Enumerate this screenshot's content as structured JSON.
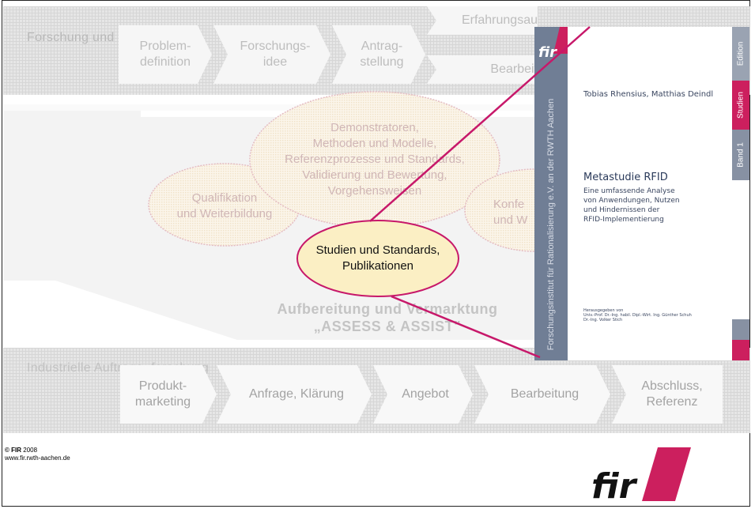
{
  "top_band": {
    "label": "Forschung\nund\nEntwicklung",
    "steps": [
      {
        "label": "Problem-\ndefinition"
      },
      {
        "label": "Forschungs-\nidee"
      },
      {
        "label": "Antrag-\nstellung"
      },
      {
        "label": "Erfahrungsau"
      },
      {
        "label": "Bearbeit"
      }
    ]
  },
  "middle": {
    "ellipse_left": "Qualifikation\nund Weiterbildung",
    "ellipse_top": "Demonstratoren,\nMethoden und Modelle,\nReferenzprozesse und Standards,\nValidierung und Bewertung,\nVorgehensweisen",
    "ellipse_right": "Konfe\nund W",
    "ellipse_center": "Studien und Standards,\nPublikationen",
    "vermarktung": "Aufbereitung und Vermarktung\n„ASSESS & ASSIST\""
  },
  "bottom_band": {
    "label": "Industrielle\nAuftrags-\nforschung",
    "steps": [
      {
        "label": "Produkt-\nmarketing"
      },
      {
        "label": "Anfrage, Klärung"
      },
      {
        "label": "Angebot"
      },
      {
        "label": "Bearbeitung"
      },
      {
        "label": "Abschluss,\nReferenz"
      }
    ]
  },
  "book": {
    "spine_logo": "fir",
    "spine_text": "Forschungsinstitut für Rationalisierung e.V. an der RWTH Aachen",
    "authors": "Tobias Rhensius, Matthias Deindl",
    "tab_edition": "Edition",
    "tab_studien": "Studien",
    "tab_band": "Band 1",
    "title": "Metastudie RFID",
    "subtitle": "Eine umfassende Analyse\nvon Anwendungen, Nutzen\nund Hindernissen der\nRFID-Implementierung",
    "editors": "Herausgegeben von\nUniv.-Prof. Dr.-Ing. habil. Dipl.-Wirt. Ing. Günther Schuh\nDr.-Ing. Volker Stich"
  },
  "footer": {
    "copyright_mark": "© FIR",
    "year": "2008",
    "url": "www.fir.rwth-aachen.de",
    "logo": "fir"
  },
  "colors": {
    "accent": "#cc1f5e",
    "ellipse_fill": "#f8eeda",
    "ellipse_border": "#e2b9c0",
    "spine": "#707e95"
  }
}
